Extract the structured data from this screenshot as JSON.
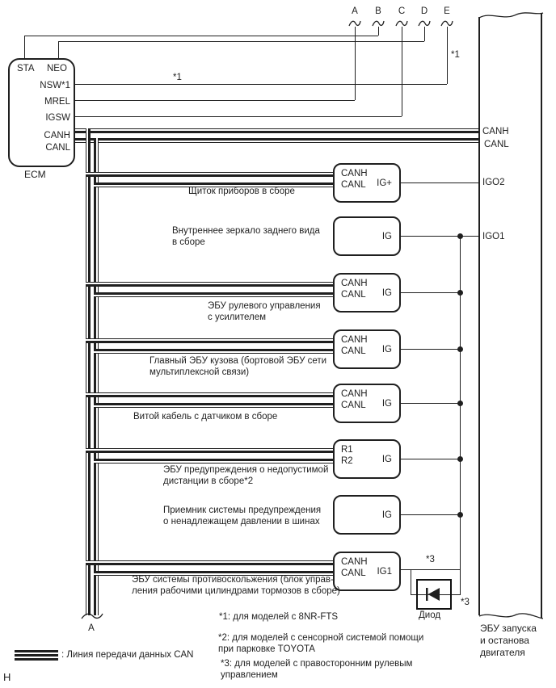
{
  "ecm": {
    "label": "ECM",
    "pin_sta": "STA",
    "pin_neo": "NEO",
    "pin_nsw": "NSW*1",
    "pin_mrel": "MREL",
    "pin_igsw": "IGSW",
    "pin_canh": "CANH",
    "pin_canl": "CANL"
  },
  "connectors": {
    "a": "A",
    "b": "B",
    "c": "C",
    "d": "D",
    "e": "E",
    "bottom_a": "A"
  },
  "asterisks": {
    "nsw_line": "*1",
    "e_line": "*1",
    "skid_top": "*3",
    "skid_diode": "*3"
  },
  "components": [
    {
      "name": "Щиток приборов в сборе",
      "pin_left1": "CANH",
      "pin_left2": "CANL",
      "pin_right": "IG+"
    },
    {
      "name": "Внутреннее зеркало заднего вида\nв сборе",
      "pin_right": "IG"
    },
    {
      "name": "ЭБУ рулевого управления\nс усилителем",
      "pin_left1": "CANH",
      "pin_left2": "CANL",
      "pin_right": "IG"
    },
    {
      "name": "Главный ЭБУ кузова (бортовой ЭБУ сети\nмультиплексной связи)",
      "pin_left1": "CANH",
      "pin_left2": "CANL",
      "pin_right": "IG"
    },
    {
      "name": "Витой кабель с датчиком в сборе",
      "pin_left1": "CANH",
      "pin_left2": "CANL",
      "pin_right": "IG"
    },
    {
      "name": "ЭБУ предупреждения о недопустимой\nдистанции в сборе*2",
      "pin_left1": "R1",
      "pin_left2": "R2",
      "pin_right": "IG"
    },
    {
      "name": "Приемник системы предупреждения\nо ненадлежащем давлении в шинах",
      "pin_right": "IG"
    },
    {
      "name": "ЭБУ системы противоскольжения (блок управ-\nления рабочими цилиндрами тормозов в сборе)",
      "pin_left1": "CANH",
      "pin_left2": "CANL",
      "pin_right": "IG1"
    }
  ],
  "right_box": {
    "pin_canh": "CANH",
    "pin_canl": "CANL",
    "pin_igo2": "IGO2",
    "pin_igo1": "IGO1",
    "caption": "ЭБУ запуска\nи останова\nдвигателя"
  },
  "diode_label": "Диод",
  "legend": {
    "can_line": ": Линия передачи данных CAN"
  },
  "notes": [
    "*1: для моделей с 8NR-FTS",
    "*2: для моделей с сенсорной системой помощи\nпри парковке TOYOTA",
    "*3: для моделей с правосторонним рулевым\nуправлением"
  ],
  "footer": "H",
  "colors": {
    "line": "#1f1f1f",
    "background": "#ffffff"
  }
}
